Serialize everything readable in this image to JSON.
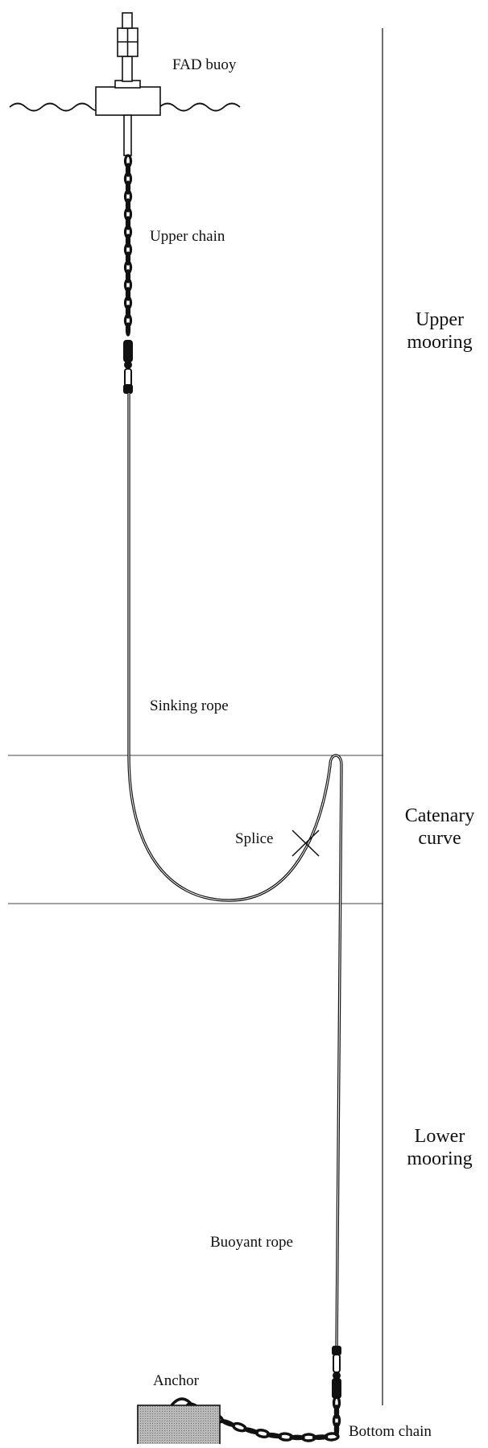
{
  "labels": {
    "fad_buoy": "FAD buoy",
    "upper_chain": "Upper chain",
    "sinking_rope": "Sinking rope",
    "splice": "Splice",
    "buoyant_rope": "Buoyant rope",
    "anchor": "Anchor",
    "bottom_chain": "Bottom chain"
  },
  "sections": {
    "upper_mooring": {
      "line1": "Upper",
      "line2": "mooring"
    },
    "catenary_curve": {
      "line1": "Catenary",
      "line2": "curve"
    },
    "lower_mooring": {
      "line1": "Lower",
      "line2": "mooring"
    }
  },
  "colors": {
    "ink": "#111111",
    "anchor_fill": "#a8a8a8",
    "background": "#ffffff"
  }
}
